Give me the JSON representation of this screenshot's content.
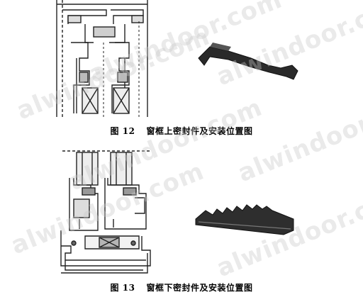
{
  "watermark": {
    "text": "alwindoor.com"
  },
  "figures": [
    {
      "number": "图 12",
      "title": "窗框上密封件及安装位置图"
    },
    {
      "number": "图 13",
      "title": "窗框下密封件及安装位置图"
    }
  ],
  "colors": {
    "line": "#222222",
    "seal": "#2a2a2a",
    "hatch": "#7a7a7a",
    "watermark": "#c8c8c8"
  }
}
